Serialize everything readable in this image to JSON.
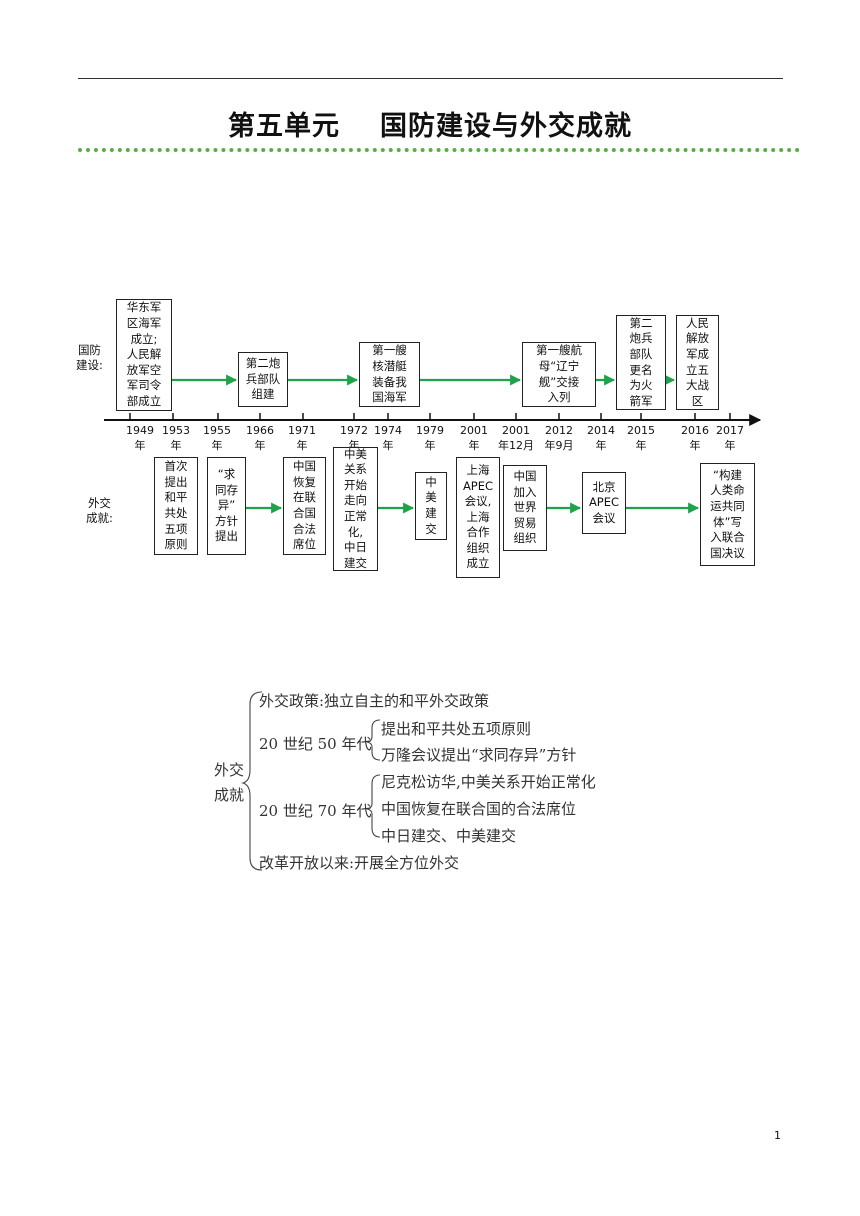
{
  "title": {
    "left": "第五单元",
    "right": "国防建设与外交成就"
  },
  "labels": {
    "defense": [
      "国防",
      "建设:"
    ],
    "diplomacy": [
      "外交",
      "成就:"
    ]
  },
  "years": [
    [
      "1949",
      "年"
    ],
    [
      "1953",
      "年"
    ],
    [
      "1955",
      "年"
    ],
    [
      "1966",
      "年"
    ],
    [
      "1971",
      "年"
    ],
    [
      "1972",
      "年"
    ],
    [
      "1974",
      "年"
    ],
    [
      "1979",
      "年"
    ],
    [
      "2001",
      "年"
    ],
    [
      "2001",
      "年12月"
    ],
    [
      "2012",
      "年9月"
    ],
    [
      "2014",
      "年"
    ],
    [
      "2015",
      "年"
    ],
    [
      "2016",
      "年"
    ],
    [
      "2017",
      "年"
    ]
  ],
  "defense_boxes": [
    [
      "华东军",
      "区海军",
      "成立;",
      "人民解",
      "放军空",
      "军司令",
      "部成立"
    ],
    [
      "第二炮",
      "兵部队",
      "组建"
    ],
    [
      "第一艘",
      "核潜艇",
      "装备我",
      "国海军"
    ],
    [
      "第一艘航",
      "母“辽宁",
      "舰”交接",
      "入列"
    ],
    [
      "第二",
      "炮兵",
      "部队",
      "更名",
      "为火",
      "箭军"
    ],
    [
      "人民",
      "解放",
      "军成",
      "立五",
      "大战",
      "区"
    ]
  ],
  "diplomacy_boxes": [
    [
      "首次",
      "提出",
      "和平",
      "共处",
      "五项",
      "原则"
    ],
    [
      "“求",
      "同存",
      "异”",
      "方针",
      "提出"
    ],
    [
      "中国",
      "恢复",
      "在联",
      "合国",
      "合法",
      "席位"
    ],
    [
      "中美",
      "关系",
      "开始",
      "走向",
      "正常",
      "化,",
      "中日",
      "建交"
    ],
    [
      "中",
      "美",
      "建",
      "交"
    ],
    [
      "上海",
      "APEC",
      "会议,",
      "上海",
      "合作",
      "组织",
      "成立"
    ],
    [
      "中国",
      "加入",
      "世界",
      "贸易",
      "组织"
    ],
    [
      "北京",
      "APEC",
      "会议"
    ],
    [
      "“构建",
      "人类命",
      "运共同",
      "体”写",
      "入联合",
      "国决议"
    ]
  ],
  "outline": {
    "root": [
      "外交",
      "成就"
    ],
    "policy": "外交政策:独立自主的和平外交政策",
    "era50": {
      "label": "20 世纪 50 年代",
      "items": [
        "提出和平共处五项原则",
        "万隆会议提出“求同存异”方针"
      ]
    },
    "era70": {
      "label": "20 世纪 70 年代",
      "items": [
        "尼克松访华,中美关系开始正常化",
        "中国恢复在联合国的合法席位",
        "中日建交、中美建交"
      ]
    },
    "reform": "改革开放以来:开展全方位外交"
  },
  "page_number": "1",
  "colors": {
    "arrow": "#1fa34a",
    "rule": "#55b042"
  }
}
